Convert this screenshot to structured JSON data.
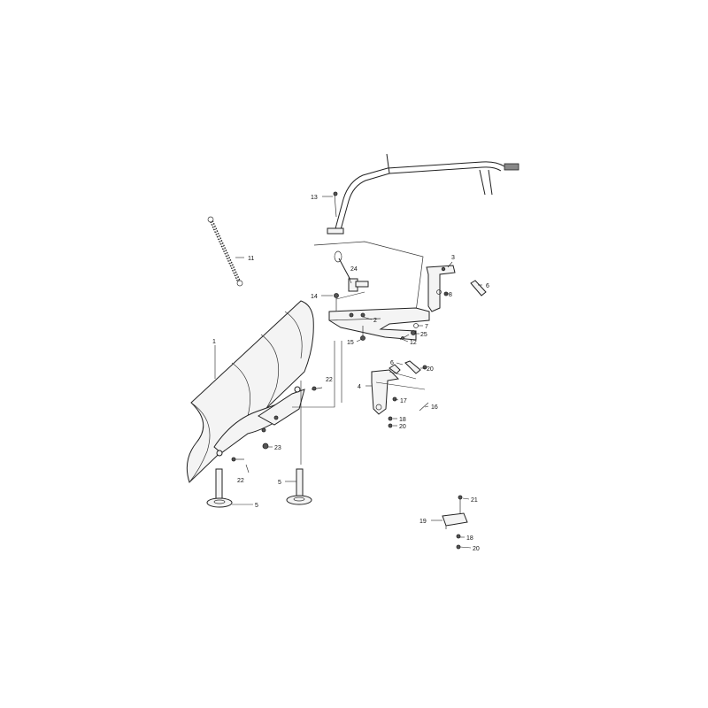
{
  "labels": {
    "p1": "1",
    "p2": "2",
    "p3": "3",
    "p4": "4",
    "p5a": "5",
    "p5b": "5",
    "p6a": "6",
    "p6b": "6",
    "p7": "7",
    "p8": "8",
    "p11": "11",
    "p12": "12",
    "p13": "13",
    "p14": "14",
    "p15": "15",
    "p16": "16",
    "p17": "17",
    "p18a": "18",
    "p18b": "18",
    "p19": "19",
    "p20a": "20",
    "p20b": "20",
    "p20c": "20",
    "p21": "21",
    "p22a": "22",
    "p22b": "22",
    "p23": "23",
    "p24": "24",
    "p25": "25"
  }
}
